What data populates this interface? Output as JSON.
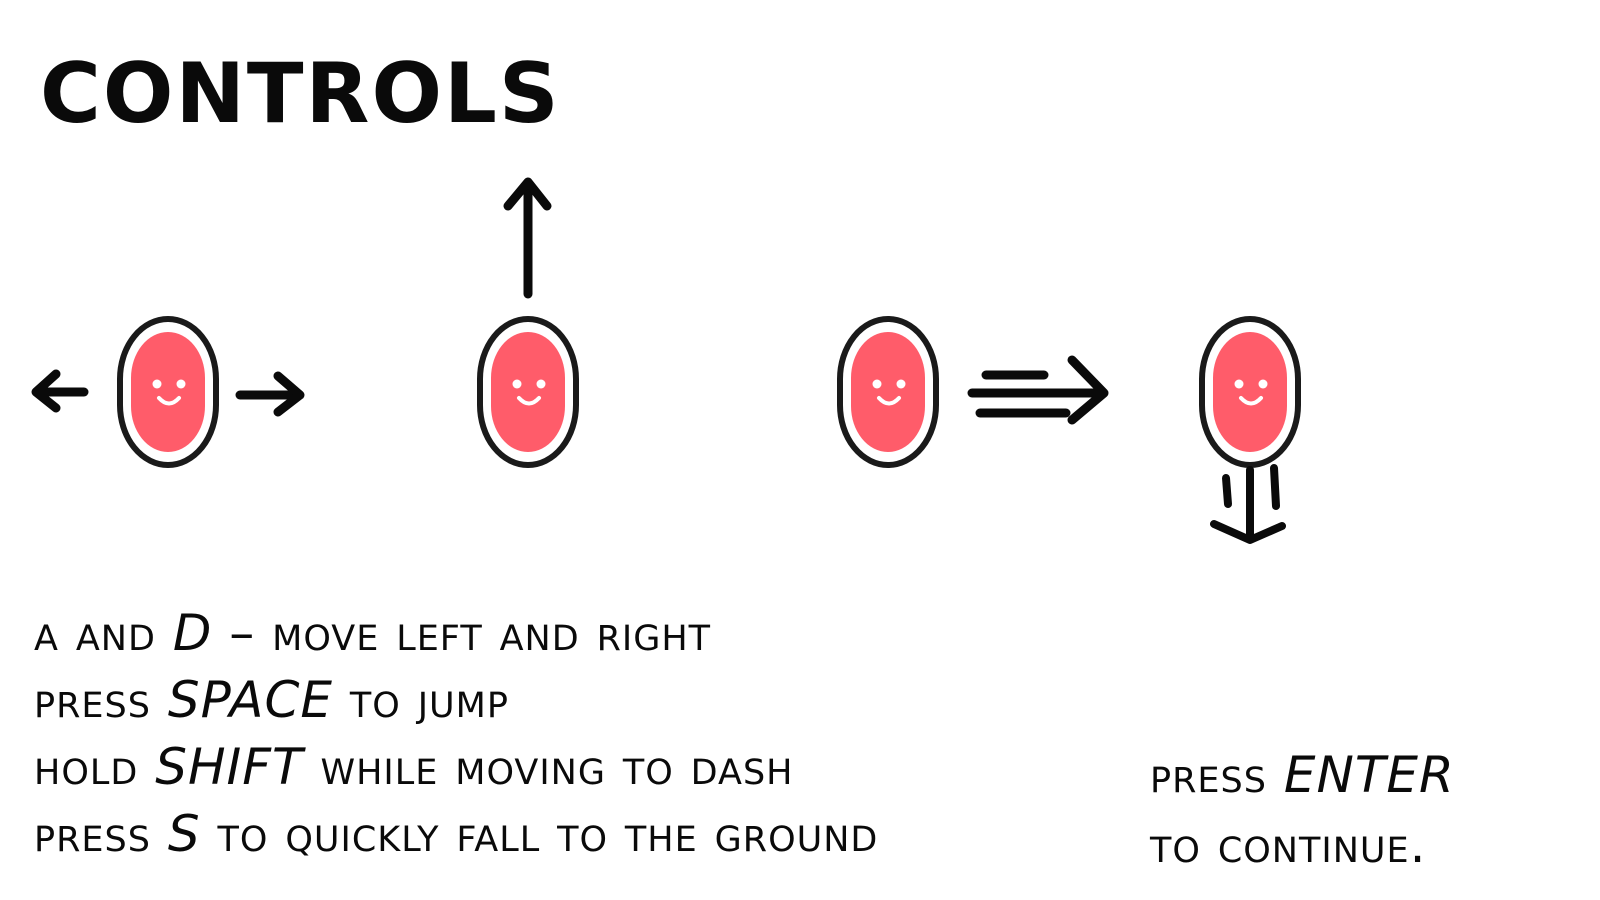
{
  "screen": {
    "title": "Controls"
  },
  "illustrations": {
    "character_color": "#ff5c6a",
    "outline_color": "#1a1a1a",
    "panels": [
      {
        "action": "move",
        "icons": [
          "arrow-left-icon",
          "arrow-right-icon"
        ]
      },
      {
        "action": "jump",
        "icons": [
          "arrow-up-icon"
        ]
      },
      {
        "action": "dash",
        "icons": [
          "dash-arrow-icon"
        ]
      },
      {
        "action": "fast-fall",
        "icons": [
          "fast-fall-arrow-icon"
        ]
      }
    ]
  },
  "instructions": [
    {
      "pre": "A and ",
      "key": "D",
      "post": " – Move left and right"
    },
    {
      "pre": "Press ",
      "key": "SPACE",
      "post": " to jump"
    },
    {
      "pre": "Hold ",
      "key": "SHIFT",
      "post": " while moving to dash"
    },
    {
      "pre": "Press ",
      "key": "S",
      "post": " to quickly fall to the ground"
    }
  ],
  "prompt": {
    "pre": "Press ",
    "key": "ENTER",
    "line2": "to continue."
  }
}
